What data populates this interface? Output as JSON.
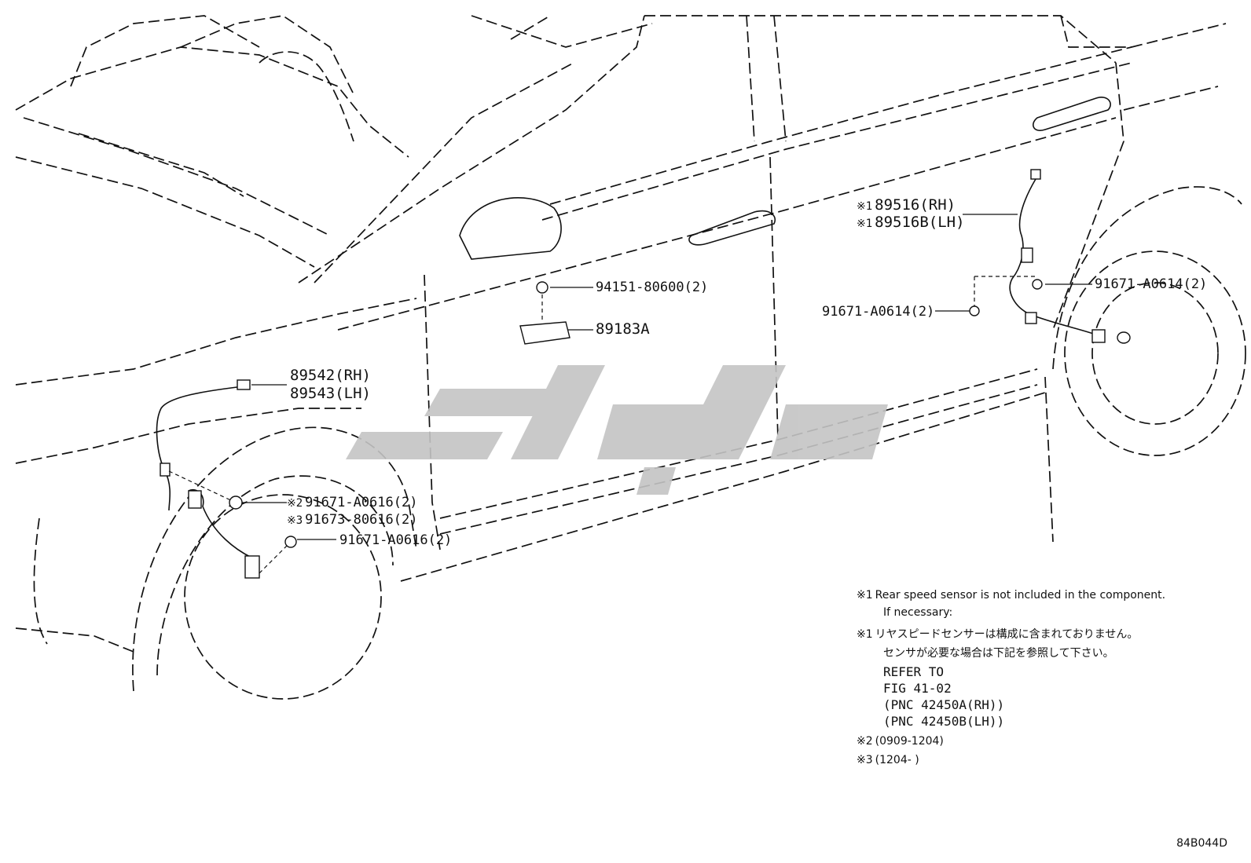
{
  "parts": {
    "rear_sensor": {
      "mark": "※1",
      "rh": "89516(RH)",
      "lh": "89516B(LH)"
    },
    "rear_bolt_right": "91671-A0614(2)",
    "rear_bolt_left": "91671-A0614(2)",
    "nut": "94151-80600(2)",
    "yaw_sensor": "89183A",
    "front_sensor": {
      "rh": "89542(RH)",
      "lh": "89543(LH)"
    },
    "front_bolt_a": {
      "mark": "※2",
      "pn": "91671-A0616(2)"
    },
    "front_bolt_b": {
      "mark": "※3",
      "pn": "91673-80616(2)"
    },
    "front_bolt_c": "91671-A0616(2)"
  },
  "notes": {
    "en_mark": "※1",
    "en_line1": "Rear speed sensor is not included in the component.",
    "en_line2": "If necessary:",
    "jp_mark": "※1",
    "jp_line1": "リヤスピードセンサーは構成に含まれておりません。",
    "jp_line2": "センサが必要な場合は下記を参照して下さい。",
    "refer": "REFER TO",
    "fig": "FIG 41-02",
    "pnc_rh": "(PNC 42450A(RH))",
    "pnc_lh": "(PNC 42450B(LH))",
    "note2_mark": "※2",
    "note2": "(0909-1204)",
    "note3_mark": "※3",
    "note3": "(1204-      )"
  },
  "figure_id": "84B044D",
  "watermark_color": "#c4c4c4"
}
